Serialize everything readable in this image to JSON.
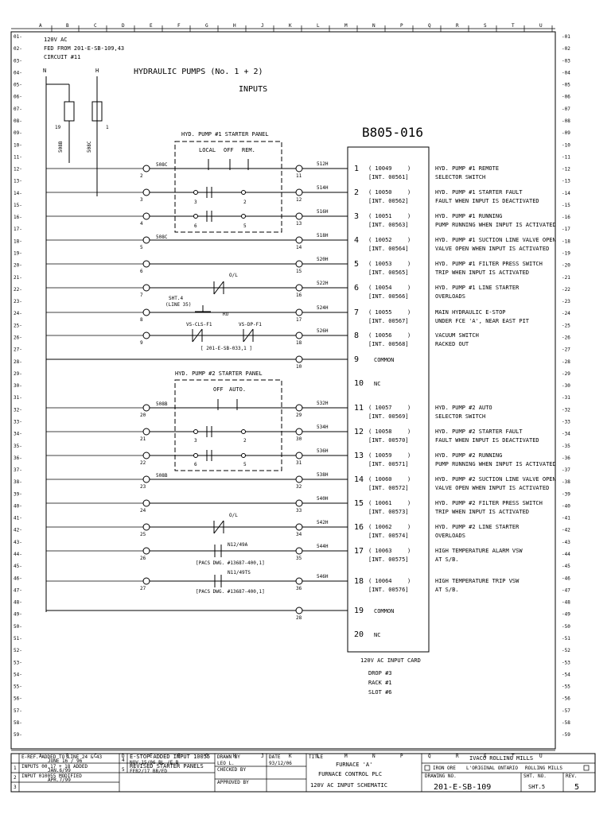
{
  "grid": {
    "columns": [
      "A",
      "B",
      "C",
      "D",
      "E",
      "F",
      "G",
      "H",
      "J",
      "K",
      "L",
      "M",
      "N",
      "P",
      "Q",
      "R",
      "S",
      "T",
      "U"
    ],
    "rows": [
      "01-",
      "02-",
      "03-",
      "04-",
      "05-",
      "06-",
      "07-",
      "08-",
      "09-",
      "10-",
      "11-",
      "12-",
      "13-",
      "14-",
      "15-",
      "16-",
      "17-",
      "18-",
      "19-",
      "20-",
      "21-",
      "22-",
      "23-",
      "24-",
      "25-",
      "26-",
      "27-",
      "28-",
      "29-",
      "30-",
      "31-",
      "32-",
      "33-",
      "34-",
      "35-",
      "36-",
      "37-",
      "38-",
      "39-",
      "40-",
      "41-",
      "42-",
      "43-",
      "44-",
      "45-",
      "46-",
      "47-",
      "48-",
      "49-",
      "50-",
      "51-",
      "52-",
      "53-",
      "54-",
      "55-",
      "56-",
      "57-",
      "58-",
      "59-"
    ],
    "rows_right": [
      "-01",
      "-02",
      "-03",
      "-04",
      "-05",
      "-06",
      "-07",
      "-08",
      "-09",
      "-10",
      "-11",
      "-12",
      "-13",
      "-14",
      "-15",
      "-16",
      "-17",
      "-18",
      "-19",
      "-20",
      "-21",
      "-22",
      "-23",
      "-24",
      "-25",
      "-26",
      "-27",
      "-28",
      "-29",
      "-30",
      "-31",
      "-32",
      "-33",
      "-34",
      "-35",
      "-36",
      "-37",
      "-38",
      "-39",
      "-40",
      "-41",
      "-42",
      "-43",
      "-44",
      "-45",
      "-46",
      "-47",
      "-48",
      "-49",
      "-50",
      "-51",
      "-52",
      "-53",
      "-54",
      "-55",
      "-56",
      "-57",
      "-58",
      "-59"
    ]
  },
  "source": {
    "line1": "120V AC",
    "line2": "FED FROM 201-E-SB-109,43",
    "line3": "CIRCUIT #11"
  },
  "supply": {
    "neutral": "N",
    "hot": "H",
    "fuse_n": "19",
    "fuse_h": "1",
    "wire_n": "508B",
    "wire_h": "508C"
  },
  "title": {
    "line1": "HYDRAULIC PUMPS (No. 1 + 2)",
    "line2": "INPUTS"
  },
  "card": {
    "id": "B805-016",
    "name": "120V AC INPUT CARD",
    "drop": "DROP #3",
    "rack": "RACK #1",
    "slot": "SLOT #6",
    "common_label": "COMMON",
    "nc_label": "NC"
  },
  "panel1": {
    "title": "HYD. PUMP #1 STARTER PANEL",
    "local": "LOCAL",
    "off": "OFF",
    "rem": "REM."
  },
  "panel2": {
    "title": "HYD. PUMP #2 STARTER PANEL",
    "off": "OFF",
    "auto": "AUTO."
  },
  "channels": [
    {
      "n": "1",
      "addr": "( 10049",
      "int": "[INT. 00561]",
      "wire": "512H",
      "term": "11",
      "left": "2",
      "d1": "HYD. PUMP #1 REMOTE",
      "d2": "SELECTOR SWITCH"
    },
    {
      "n": "2",
      "addr": "( 10050",
      "int": "[INT. 00562]",
      "wire": "514H",
      "term": "12",
      "left": "3",
      "d1": "HYD. PUMP #1 STARTER FAULT",
      "d2": "FAULT WHEN INPUT IS DEACTIVATED"
    },
    {
      "n": "3",
      "addr": "( 10051",
      "int": "[INT. 00563]",
      "wire": "516H",
      "term": "13",
      "left": "4",
      "d1": "HYD. PUMP #1 RUNNING",
      "d2": "PUMP RUNNING WHEN INPUT IS ACTIVATED"
    },
    {
      "n": "4",
      "addr": "( 10052",
      "int": "[INT. 00564]",
      "wire": "518H",
      "term": "14",
      "left": "5",
      "d1": "HYD. PUMP #1 SUCTION LINE VALVE OPEN",
      "d2": "VALVE OPEN WHEN INPUT IS ACTIVATED"
    },
    {
      "n": "5",
      "addr": "( 10053",
      "int": "[INT. 00565]",
      "wire": "520H",
      "term": "15",
      "left": "6",
      "d1": "HYD. PUMP #1 FILTER PRESS SWITCH",
      "d2": "TRIP WHEN INPUT IS ACTIVATED"
    },
    {
      "n": "6",
      "addr": "( 10054",
      "int": "[INT. 00566]",
      "wire": "522H",
      "term": "16",
      "left": "7",
      "d1": "HYD. PUMP #1 LINE STARTER",
      "d2": "OVERLOADS"
    },
    {
      "n": "7",
      "addr": "( 10055",
      "int": "[INT. 00567]",
      "wire": "524H",
      "term": "17",
      "left": "8",
      "d1": "MAIN HYDRAULIC E-STOP",
      "d2": "UNDER FCE 'A', NEAR EAST PIT"
    },
    {
      "n": "8",
      "addr": "( 10056",
      "int": "[INT. 00568]",
      "wire": "526H",
      "term": "18",
      "left": "9",
      "d1": "VACUUM SWITCH",
      "d2": "RACKED OUT"
    },
    {
      "n": "11",
      "addr": "( 10057",
      "int": "[INT. 00569]",
      "wire": "532H",
      "term": "29",
      "left": "20",
      "d1": "HYD. PUMP #2 AUTO",
      "d2": "SELECTOR SWITCH"
    },
    {
      "n": "12",
      "addr": "( 10058",
      "int": "[INT. 00570]",
      "wire": "534H",
      "term": "30",
      "left": "21",
      "d1": "HYD. PUMP #2 STARTER FAULT",
      "d2": "FAULT WHEN INPUT IS DEACTIVATED"
    },
    {
      "n": "13",
      "addr": "( 10059",
      "int": "[INT. 00571]",
      "wire": "536H",
      "term": "31",
      "left": "22",
      "d1": "HYD. PUMP #2 RUNNING",
      "d2": "PUMP RUNNING WHEN INPUT IS ACTIVATED"
    },
    {
      "n": "14",
      "addr": "( 10060",
      "int": "[INT. 00572]",
      "wire": "538H",
      "term": "32",
      "left": "23",
      "d1": "HYD. PUMP #2 SUCTION LINE VALVE OPEN",
      "d2": "VALVE OPEN WHEN INPUT IS ACTIVATED"
    },
    {
      "n": "15",
      "addr": "( 10061",
      "int": "[INT. 00573]",
      "wire": "540H",
      "term": "33",
      "left": "24",
      "d1": "HYD. PUMP #2 FILTER PRESS SWITCH",
      "d2": "TRIP WHEN INPUT IS ACTIVATED"
    },
    {
      "n": "16",
      "addr": "( 10062",
      "int": "[INT. 00574]",
      "wire": "542H",
      "term": "34",
      "left": "25",
      "d1": "HYD. PUMP #2 LINE STARTER",
      "d2": "OVERLOADS"
    },
    {
      "n": "17",
      "addr": "( 10063",
      "int": "[INT. 00575]",
      "wire": "544H",
      "term": "35",
      "left": "26",
      "d1": "HIGH TEMPERATURE ALARM VSW",
      "d2": "AT S/B."
    },
    {
      "n": "18",
      "addr": "( 10064",
      "int": "[INT. 00576]",
      "wire": "546H",
      "term": "36",
      "left": "27",
      "d1": "HIGH TEMPERATURE TRIP VSW",
      "d2": "AT S/B."
    }
  ],
  "common": [
    {
      "n": "9",
      "term": "10"
    },
    {
      "n": "10"
    },
    {
      "n": "19",
      "term": "28"
    },
    {
      "n": "20"
    }
  ],
  "panel_terms": {
    "p1a": "3",
    "p1b": "2",
    "p1c": "6",
    "p1d": "5",
    "p2a": "3",
    "p2b": "2",
    "p2c": "6",
    "p2d": "5"
  },
  "annotations": {
    "ol1": "O/L",
    "ol2": "O/L",
    "sht4": "SHT.4",
    "line35": "(LINE 35)",
    "ru": "RU",
    "vs1": "VS-CLS-F1",
    "vs2": "VS-DP-F1",
    "vs_ref": "[ 201-E-SB-033,1 ]",
    "n12": "N12/49A",
    "n11": "N11/49TS",
    "pacs1": "[PACS DWG. #13687-400,1]",
    "pacs2": "[PACS DWG. #13687-400,1]",
    "w508c_a": "508C",
    "w508c_b": "508C",
    "w508b_a": "508B",
    "w508b_b": "508B"
  },
  "titleblock": {
    "rev1a": "E-REF. ADDED TO LINE 24 & 43",
    "rev1b": "JUNE 16 / 96",
    "rev2a": "INPUTS 00,17 + 18 ADDED",
    "rev2b": "JAN.6/99",
    "rev3a": "INPUT 010055 MODIFIED",
    "rev3b": "APR.7/99",
    "rev4a": "E-STOP ADDED INPUT 10055",
    "rev4b": "NOV.15/06  BL /E.B",
    "rev5a": "REVISED STARTER PANELS",
    "rev5b": "FEB2/17    BB/ED",
    "drawn_lbl": "DRAWN BY",
    "drawn": "LEO L.",
    "date_lbl": "DATE",
    "date": "93/12/06",
    "checked_lbl": "CHECKED BY",
    "approved_lbl": "APPROVED BY",
    "title_lbl": "TITLE",
    "t1": "FURNACE 'A'",
    "t2": "FURNACE CONTROL PLC",
    "t3": "120V AC INPUT SCHEMATIC",
    "company": "IVACO ROLLING MILLS",
    "opt1": "IRON ORE",
    "opt2": "L'ORIGINAL ONTARIO",
    "opt3": "ROLLING MILLS",
    "dwg_lbl": "DRAWING NO.",
    "dwg": "201-E-SB-109",
    "sht_lbl": "SHT. NO.",
    "sht": "SHT.5",
    "rev_lbl": "REV.",
    "rev": "5",
    "rev_nums": [
      "1",
      "2",
      "3",
      "4",
      "5"
    ]
  }
}
